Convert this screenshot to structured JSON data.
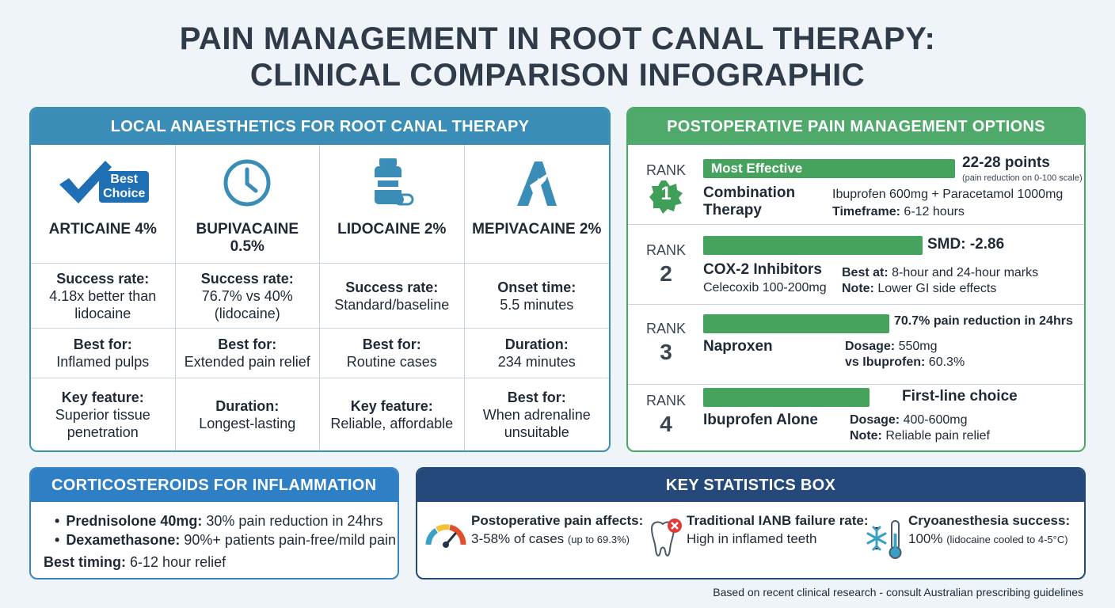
{
  "title_line1": "PAIN MANAGEMENT IN ROOT CANAL THERAPY:",
  "title_line2": "CLINICAL COMPARISON INFOGRAPHIC",
  "anaesthetics": {
    "heading": "LOCAL ANAESTHETICS FOR ROOT CANAL THERAPY",
    "badge_line1": "Best",
    "badge_line2": "Choice",
    "icons": [
      "checkmark-icon",
      "clock-icon",
      "medicine-bottle-icon",
      "stylized-a-icon"
    ],
    "drugs": [
      {
        "name": "ARTICAINE 4%",
        "r1_label": "Success rate:",
        "r1_value": "4.18x better than lidocaine",
        "r2_label": "Best for:",
        "r2_value": "Inflamed pulps",
        "r3_label": "Key feature:",
        "r3_value": "Superior tissue penetration"
      },
      {
        "name": "BUPIVACAINE 0.5%",
        "r1_label": "Success rate:",
        "r1_value": "76.7% vs 40% (lidocaine)",
        "r2_label": "Best for:",
        "r2_value": "Extended pain relief",
        "r3_label": "Duration:",
        "r3_value": "Longest-lasting"
      },
      {
        "name": "LIDOCAINE 2%",
        "r1_label": "Success rate:",
        "r1_value": "Standard/baseline",
        "r2_label": "Best for:",
        "r2_value": "Routine cases",
        "r3_label": "Key feature:",
        "r3_value": "Reliable, affordable"
      },
      {
        "name": "MEPIVACAINE 2%",
        "r1_label": "Onset time:",
        "r1_value": "5.5 minutes",
        "r2_label": "Duration:",
        "r2_value": "234 minutes",
        "r3_label": "Best for:",
        "r3_value": "When adrenaline unsuitable"
      }
    ]
  },
  "postop": {
    "heading": "POSTOPERATIVE PAIN MANAGEMENT OPTIONS",
    "rank_word": "RANK",
    "ranks": [
      {
        "num": "1",
        "bar_label": "Most Effective",
        "bar_fill": 1.0,
        "value": "22-28 points",
        "note": "(pain reduction on 0-100 scale)",
        "name": "Combination Therapy",
        "sub": "",
        "d1_label": "",
        "d1_value": "Ibuprofen 600mg + Paracetamol 1000mg",
        "d2_label": "Timeframe:",
        "d2_value": "6-12 hours"
      },
      {
        "num": "2",
        "bar_label": "",
        "bar_fill": 0.87,
        "value": "SMD: -2.86",
        "note": "",
        "name": "COX-2 Inhibitors",
        "sub": "Celecoxib 100-200mg",
        "d1_label": "Best at:",
        "d1_value": "8-hour and 24-hour marks",
        "d2_label": "Note:",
        "d2_value": "Lower GI side effects"
      },
      {
        "num": "3",
        "bar_label": "",
        "bar_fill": 0.74,
        "value": "70.7% pain reduction in 24hrs",
        "note": "",
        "name": "Naproxen",
        "sub": "",
        "d1_label": "Dosage:",
        "d1_value": "550mg",
        "d2_label": "vs Ibuprofen:",
        "d2_value": "60.3%"
      },
      {
        "num": "4",
        "bar_label": "",
        "bar_fill": 0.66,
        "value": "First-line choice",
        "note": "",
        "name": "Ibuprofen Alone",
        "sub": "",
        "d1_label": "Dosage:",
        "d1_value": "400-600mg",
        "d2_label": "Note:",
        "d2_value": "Reliable pain relief"
      }
    ]
  },
  "cortico": {
    "heading": "CORTICOSTEROIDS FOR INFLAMMATION",
    "item1_label": "Prednisolone 40mg:",
    "item1_value": "30% pain reduction in 24hrs",
    "item2_label": "Dexamethasone:",
    "item2_value": "90%+ patients pain-free/mild pain",
    "timing_label": "Best timing:",
    "timing_value": "6-12 hour relief"
  },
  "stats": {
    "heading": "KEY STATISTICS BOX",
    "items": [
      {
        "icon": "gauge-icon",
        "title": "Postoperative pain affects:",
        "value": "3-58% of cases",
        "note": "(up to 69.3%)"
      },
      {
        "icon": "tooth-error-icon",
        "title": "Traditional IANB failure rate:",
        "value": "High in inflamed teeth",
        "note": ""
      },
      {
        "icon": "snowflake-thermometer-icon",
        "title": "Cryoanesthesia success:",
        "value": "100%",
        "note": "(lidocaine cooled to 4-5°C)"
      }
    ]
  },
  "footer": "Based on recent clinical research - consult Australian prescribing guidelines",
  "colors": {
    "anaes_header": "#3a8db6",
    "postop_header": "#4ea96b",
    "cortico_header": "#2f7fc5",
    "stats_header": "#24497a",
    "bar": "#46a35e"
  }
}
